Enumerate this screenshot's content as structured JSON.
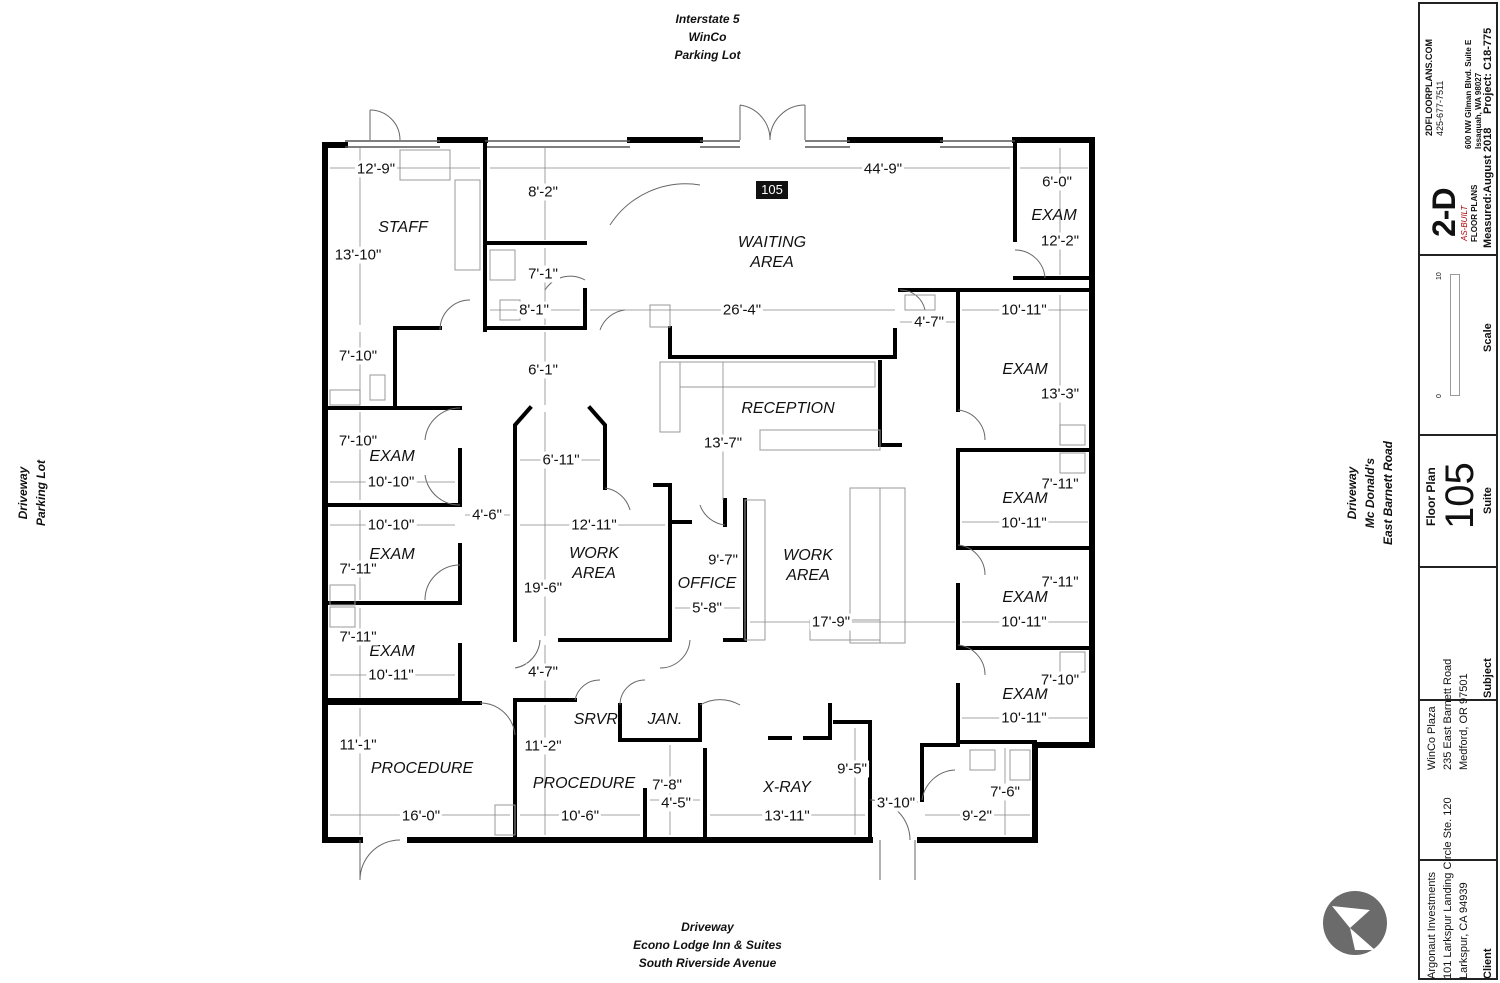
{
  "context": {
    "top": [
      "Interstate 5",
      "WinCo",
      "Parking Lot"
    ],
    "left": [
      "Driveway",
      "Parking Lot"
    ],
    "right": [
      "Driveway",
      "Mc Donald's",
      "East Barnett Road"
    ],
    "bottom": [
      "Driveway",
      "Econo Lodge Inn & Suites",
      "South Riverside Avenue"
    ]
  },
  "suite_badge": "105",
  "rooms": {
    "staff": "STAFF",
    "waiting": [
      "WAITING",
      "AREA"
    ],
    "reception": "RECEPTION",
    "exam_ne": "EXAM",
    "exam_e1": "EXAM",
    "exam_e2": "EXAM",
    "exam_e3": "EXAM",
    "exam_e4": "EXAM",
    "exam_w1": "EXAM",
    "exam_w2": "EXAM",
    "exam_w3": "EXAM",
    "work1": [
      "WORK",
      "AREA"
    ],
    "work2": [
      "WORK",
      "AREA"
    ],
    "office": "OFFICE",
    "srvr": "SRVR.",
    "jan": "JAN.",
    "proc1": "PROCEDURE",
    "proc2": "PROCEDURE",
    "xray": "X-RAY"
  },
  "dims": {
    "d1": "12'-9\"",
    "d2": "44'-9\"",
    "d3": "6'-0\"",
    "d4": "8'-2\"",
    "d5": "12'-2\"",
    "d6": "13'-10\"",
    "d7": "7'-1\"",
    "d8": "8'-1\"",
    "d9": "26'-4\"",
    "d10": "4'-7\"",
    "d11": "10'-11\"",
    "d12": "7'-10\"",
    "d13": "6'-1\"",
    "d14": "13'-3\"",
    "d15": "7'-10\"",
    "d16": "13'-7\"",
    "d17": "10'-10\"",
    "d18": "6'-11\"",
    "d19": "7'-11\"",
    "d20": "10'-10\"",
    "d21": "4'-6\"",
    "d22": "12'-11\"",
    "d23": "10'-11\"",
    "d24": "9'-7\"",
    "d25": "7'-11\"",
    "d26": "19'-6\"",
    "d27": "7'-11\"",
    "d28": "5'-8\"",
    "d29": "17'-9\"",
    "d30": "10'-11\"",
    "d31": "7'-11\"",
    "d32": "4'-7\"",
    "d33": "10'-11\"",
    "d34": "7'-10\"",
    "d35": "10'-11\"",
    "d36": "11'-1\"",
    "d37": "11'-2\"",
    "d38": "9'-5\"",
    "d39": "7'-8\"",
    "d40": "7'-6\"",
    "d41": "4'-5\"",
    "d42": "3'-10\"",
    "d43": "16'-0\"",
    "d44": "10'-6\"",
    "d45": "13'-11\"",
    "d46": "9'-2\""
  },
  "title_block": {
    "company_web": "2DFLOORPLANS.COM",
    "company_phone": "425-677-7511",
    "company_addr1": "600 NW Gilman Blvd. Suite E",
    "company_addr2": "Issaquah, WA 98027",
    "measured": "Measured:August 2018",
    "project": "Project: C18-775",
    "logo_big": "2-D",
    "logo_mid": "AS-BUILT",
    "logo_small": "FLOOR PLANS",
    "scale_label": "Scale",
    "scale_0": "0",
    "scale_10": "10",
    "floor_plan_label": "Floor Plan",
    "suite_number": "105",
    "suite_label": "Suite",
    "subject_line1": "WinCo Plaza",
    "subject_line2": "235 East Barnett Road",
    "subject_line3": "Medford, OR 97501",
    "subject_label": "Subject",
    "client_line1": "Argonaut Investments",
    "client_line2": "101 Larkspur Landing Circle Ste. 120",
    "client_line3": "Larkspur, CA 94939",
    "client_label": "Client"
  },
  "colors": {
    "wall": "#000000",
    "thin": "#444444",
    "paper": "#ffffff"
  }
}
